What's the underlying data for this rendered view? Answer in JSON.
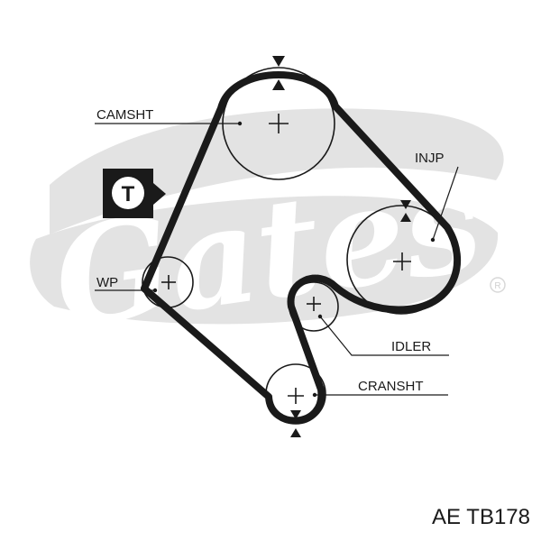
{
  "diagram": {
    "labels": {
      "camshaft": "CAMSHT",
      "injection_pump": "INJP",
      "water_pump": "WP",
      "idler": "IDLER",
      "crankshaft": "CRANSHT"
    },
    "tensioner_symbol": "T",
    "watermark_brand": "Gates",
    "watermark_registered": "®"
  },
  "part_number": "AE  TB178",
  "colors": {
    "ink": "#1a1a1a",
    "watermark": "#e3e3e3"
  }
}
